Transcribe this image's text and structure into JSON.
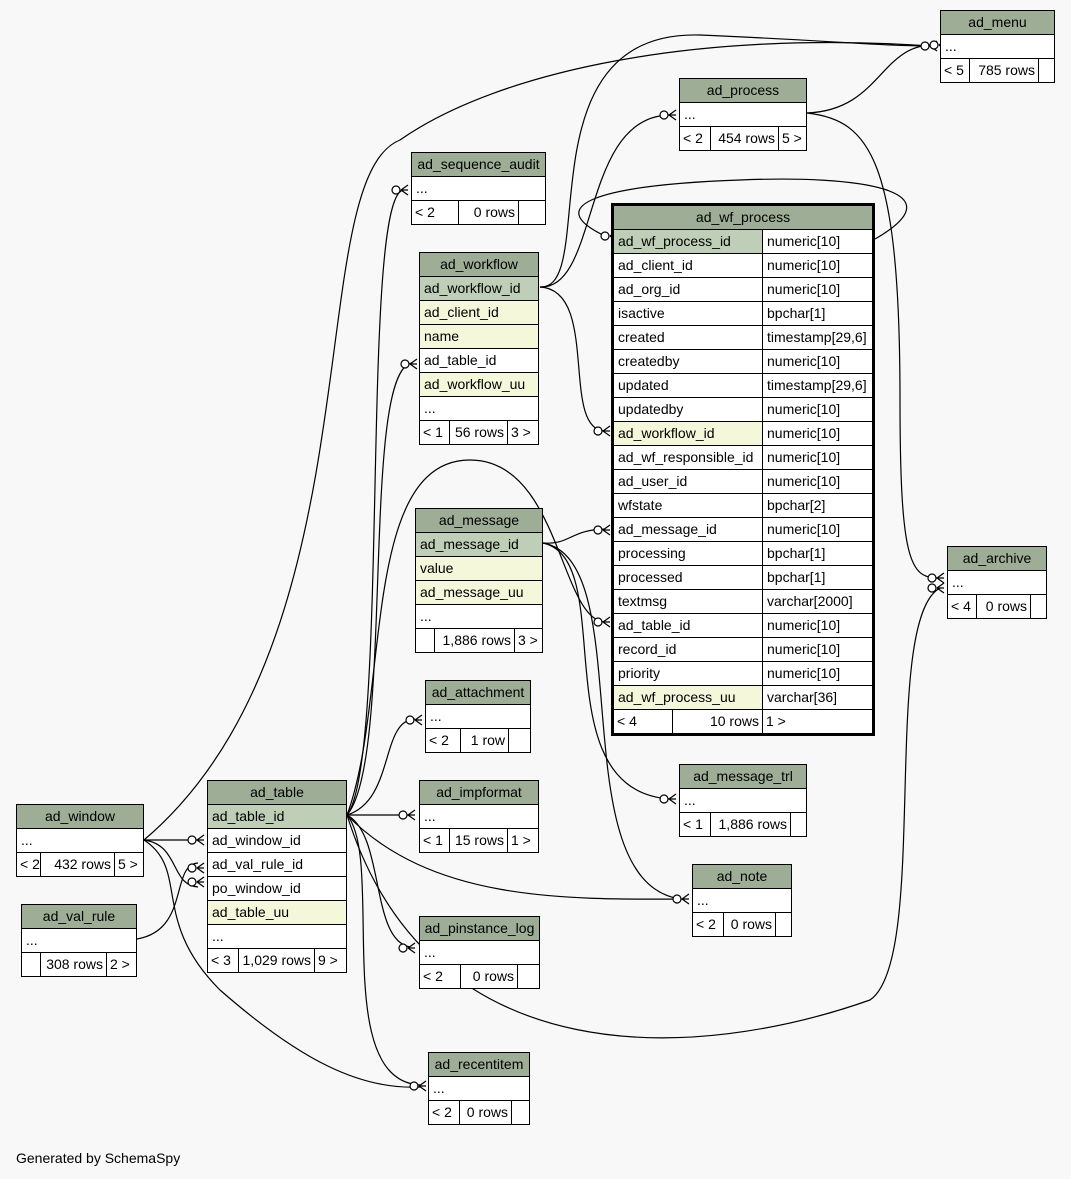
{
  "generated_by": "Generated by SchemaSpy",
  "tables": {
    "ad_menu": {
      "name": "ad_menu",
      "rows_text": [
        {
          "label": "..."
        }
      ],
      "footer": [
        "< 5",
        "785 rows",
        ""
      ]
    },
    "ad_process": {
      "name": "ad_process",
      "rows_text": [
        {
          "label": "..."
        }
      ],
      "footer": [
        "< 2",
        "454 rows",
        "5 >"
      ]
    },
    "ad_sequence_audit": {
      "name": "ad_sequence_audit",
      "rows_text": [
        {
          "label": "..."
        }
      ],
      "footer": [
        "< 2",
        "0 rows",
        ""
      ]
    },
    "ad_workflow": {
      "name": "ad_workflow",
      "rows_text": [
        {
          "label": "ad_workflow_id",
          "kind": "pk"
        },
        {
          "label": "ad_client_id",
          "kind": "idx"
        },
        {
          "label": "name",
          "kind": "idx"
        },
        {
          "label": "ad_table_id"
        },
        {
          "label": "ad_workflow_uu",
          "kind": "idx"
        },
        {
          "label": "..."
        }
      ],
      "footer": [
        "< 1",
        "56 rows",
        "3 >"
      ]
    },
    "ad_message": {
      "name": "ad_message",
      "rows_text": [
        {
          "label": "ad_message_id",
          "kind": "pk"
        },
        {
          "label": "value",
          "kind": "idx"
        },
        {
          "label": "ad_message_uu",
          "kind": "idx"
        },
        {
          "label": "..."
        }
      ],
      "footer": [
        "",
        "1,886 rows",
        "3 >"
      ]
    },
    "ad_attachment": {
      "name": "ad_attachment",
      "rows_text": [
        {
          "label": "..."
        }
      ],
      "footer": [
        "< 2",
        "1 row",
        ""
      ]
    },
    "ad_impformat": {
      "name": "ad_impformat",
      "rows_text": [
        {
          "label": "..."
        }
      ],
      "footer": [
        "< 1",
        "15 rows",
        "1 >"
      ]
    },
    "ad_pinstance_log": {
      "name": "ad_pinstance_log",
      "rows_text": [
        {
          "label": "..."
        }
      ],
      "footer": [
        "< 2",
        "0 rows",
        ""
      ]
    },
    "ad_recentitem": {
      "name": "ad_recentitem",
      "rows_text": [
        {
          "label": "..."
        }
      ],
      "footer": [
        "< 2",
        "0 rows",
        ""
      ]
    },
    "ad_window": {
      "name": "ad_window",
      "rows_text": [
        {
          "label": "..."
        }
      ],
      "footer": [
        "< 2",
        "432 rows",
        "5 >"
      ]
    },
    "ad_val_rule": {
      "name": "ad_val_rule",
      "rows_text": [
        {
          "label": "..."
        }
      ],
      "footer": [
        "",
        "308 rows",
        "2 >"
      ]
    },
    "ad_table": {
      "name": "ad_table",
      "rows_text": [
        {
          "label": "ad_table_id",
          "kind": "pk"
        },
        {
          "label": "ad_window_id"
        },
        {
          "label": "ad_val_rule_id"
        },
        {
          "label": "po_window_id"
        },
        {
          "label": "ad_table_uu",
          "kind": "idx"
        },
        {
          "label": "..."
        }
      ],
      "footer": [
        "< 3",
        "1,029 rows",
        "9 >"
      ]
    },
    "ad_message_trl": {
      "name": "ad_message_trl",
      "rows_text": [
        {
          "label": "..."
        }
      ],
      "footer": [
        "< 1",
        "1,886 rows",
        ""
      ]
    },
    "ad_note": {
      "name": "ad_note",
      "rows_text": [
        {
          "label": "..."
        }
      ],
      "footer": [
        "< 2",
        "0 rows",
        ""
      ]
    },
    "ad_archive": {
      "name": "ad_archive",
      "rows_text": [
        {
          "label": "..."
        }
      ],
      "footer": [
        "< 4",
        "0 rows",
        ""
      ]
    },
    "ad_wf_process": {
      "name": "ad_wf_process",
      "columns": [
        {
          "name": "ad_wf_process_id",
          "type": "numeric[10]",
          "kind": "pk"
        },
        {
          "name": "ad_client_id",
          "type": "numeric[10]"
        },
        {
          "name": "ad_org_id",
          "type": "numeric[10]"
        },
        {
          "name": "isactive",
          "type": "bpchar[1]"
        },
        {
          "name": "created",
          "type": "timestamp[29,6]"
        },
        {
          "name": "createdby",
          "type": "numeric[10]"
        },
        {
          "name": "updated",
          "type": "timestamp[29,6]"
        },
        {
          "name": "updatedby",
          "type": "numeric[10]"
        },
        {
          "name": "ad_workflow_id",
          "type": "numeric[10]",
          "kind": "idx"
        },
        {
          "name": "ad_wf_responsible_id",
          "type": "numeric[10]"
        },
        {
          "name": "ad_user_id",
          "type": "numeric[10]"
        },
        {
          "name": "wfstate",
          "type": "bpchar[2]"
        },
        {
          "name": "ad_message_id",
          "type": "numeric[10]"
        },
        {
          "name": "processing",
          "type": "bpchar[1]"
        },
        {
          "name": "processed",
          "type": "bpchar[1]"
        },
        {
          "name": "textmsg",
          "type": "varchar[2000]"
        },
        {
          "name": "ad_table_id",
          "type": "numeric[10]"
        },
        {
          "name": "record_id",
          "type": "numeric[10]"
        },
        {
          "name": "priority",
          "type": "numeric[10]"
        },
        {
          "name": "ad_wf_process_uu",
          "type": "varchar[36]",
          "kind": "idx"
        }
      ],
      "footer": [
        "< 4",
        "10 rows",
        "1 >"
      ]
    }
  }
}
